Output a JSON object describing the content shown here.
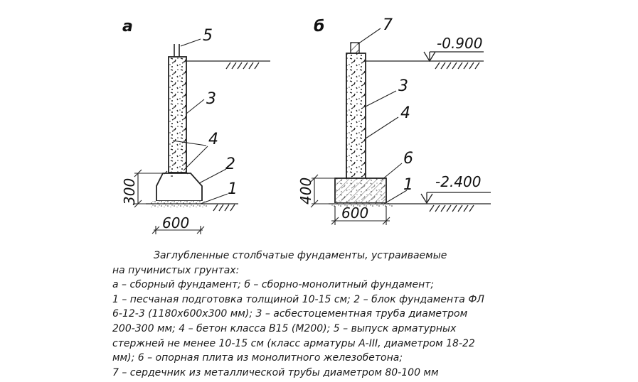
{
  "diagram": {
    "a": {
      "letter": "а",
      "callouts": [
        "5",
        "3",
        "4",
        "2",
        "1"
      ],
      "dim_height": "300",
      "dim_width": "600"
    },
    "b": {
      "letter": "б",
      "callouts": [
        "7",
        "3",
        "4",
        "6",
        "1"
      ],
      "dim_height": "400",
      "dim_width": "600",
      "level_top": "-0.900",
      "level_bottom": "-2.400"
    }
  },
  "caption": {
    "lines": [
      "Заглубленные столбчатые фундаменты, устраиваемые",
      "на пучинистых грунтах:",
      "а – сборный фундамент; б – сборно-монолитный фундамент;",
      "1 – песчаная подготовка толщиной 10-15 см; 2 – блок фундамента ФЛ",
      "6-12-3 (1180х600х300 мм); 3 – асбестоцементная труба диаметром",
      "200-300 мм; 4 – бетон класса В15 (М200); 5 – выпуск арматурных",
      "стержней не менее 10-15 см (класс арматуры А-III, диаметром 18-22",
      "мм); 6 – опорная плита из монолитного железобетона;",
      "7 – сердечник из металлической трубы диаметром 80-100 мм"
    ]
  }
}
